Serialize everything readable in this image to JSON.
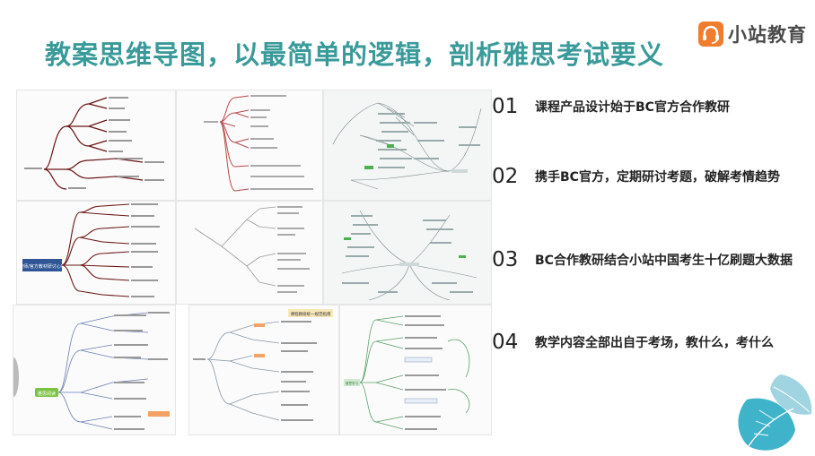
{
  "header": {
    "title": "教案思维导图，以最简单的逻辑，剖析雅思考试要义",
    "logo_text": "小站教育"
  },
  "colors": {
    "title": "#3a9a9a",
    "brand_orange": "#f07d2e",
    "leaf_teal": "#3fb3c9",
    "leaf_light": "#9fd4e0"
  },
  "points": [
    {
      "num": "01",
      "text": "课程产品设计始于BC官方合作教研"
    },
    {
      "num": "02",
      "text": "携手BC官方，定期研讨考题，破解考情趋势"
    },
    {
      "num": "03",
      "text": "BC合作教研结合小站中国考生十亿刷题大数据"
    },
    {
      "num": "04",
      "text": "教学内容全部出自于考场，教什么，考什么"
    }
  ],
  "mindmaps": {
    "map2_root": "教师/官方教材研讨心得",
    "map7_root": "雅思阅读",
    "map8_root": "课程教研统一规范指南",
    "map9_root": "雅思学习"
  }
}
